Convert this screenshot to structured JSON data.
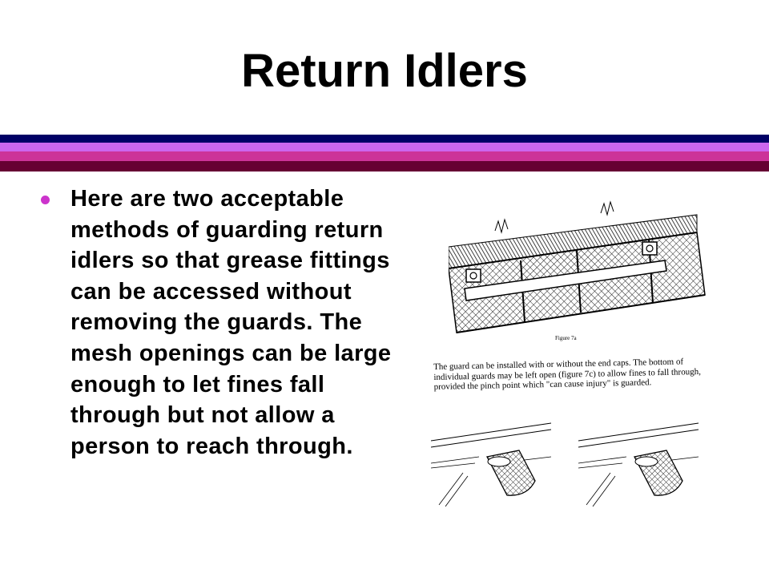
{
  "slide": {
    "title": "Return Idlers",
    "bullet_text": "Here are two acceptable methods of guarding return idlers so that grease fittings can be accessed without removing the guards. The mesh openings can be large enough to let fines fall through but not allow a person to reach through.",
    "figure_label": "Figure 7a",
    "figure_caption": "The guard can be installed with or without the end caps. The bottom of individual guards may be left open (figure 7c) to allow fines to fall through, provided the pinch point which \"can cause injury\" is guarded."
  },
  "colors": {
    "stripe_1": "#000066",
    "stripe_2": "#cc66ee",
    "stripe_3": "#cc3399",
    "stripe_4": "#660033",
    "bullet": "#cc33cc"
  }
}
